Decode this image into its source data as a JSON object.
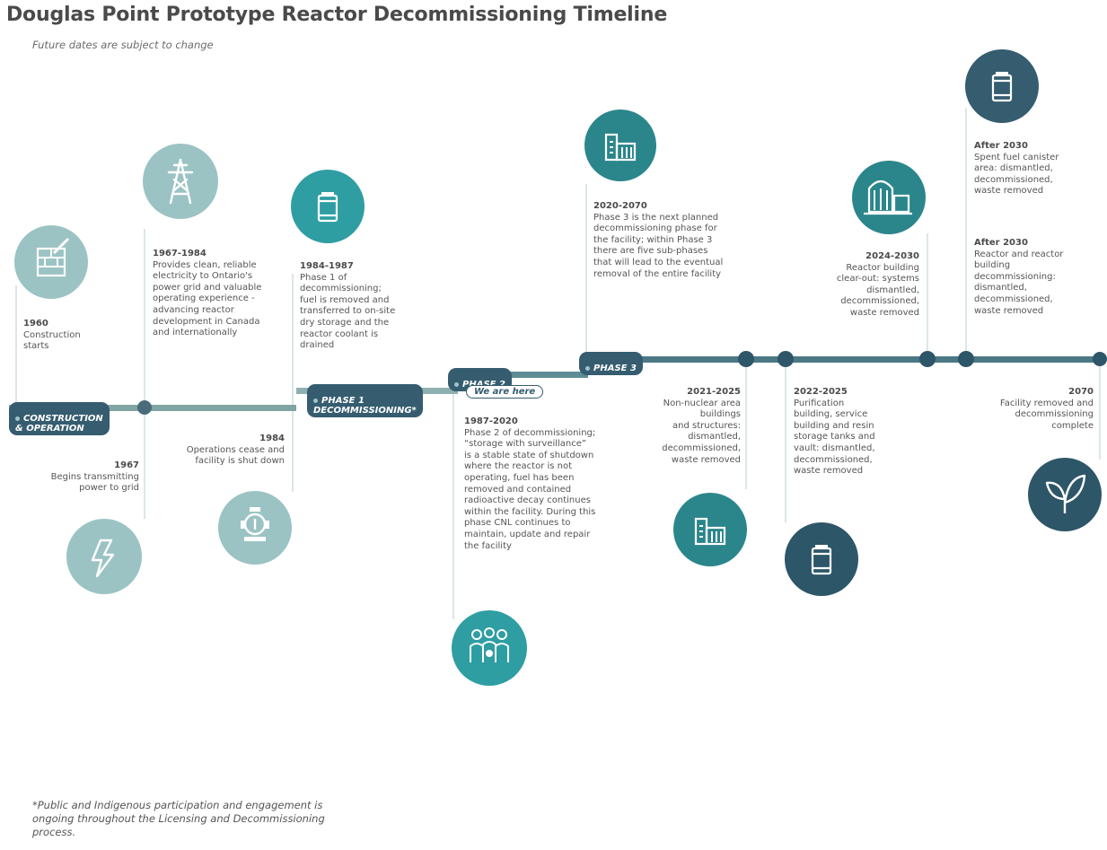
{
  "title": "Douglas Point Prototype Reactor Decommissioning Timeline",
  "subtitle": "Future dates are subject to change",
  "footnote": "*Public and Indigenous participation and engagement is ongoing throughout the Licensing and Decommissioning process.",
  "phases": {
    "construction": "CONSTRUCTION\n& OPERATION",
    "phase1": "PHASE 1\nDECOMMISSIONING*",
    "phase2": "PHASE 2",
    "phase3": "PHASE 3",
    "we_are_here": "We are here"
  },
  "events": [
    {
      "date": "1960",
      "desc": "Construction\nstarts",
      "icon": "construction-icon"
    },
    {
      "date": "1967",
      "desc": "Begins transmitting\npower to grid",
      "icon": "lightning-icon"
    },
    {
      "date": "1967-1984",
      "desc": "Provides clean, reliable\nelectricity to Ontario's\npower grid and valuable\noperating experience -\nadvancing reactor\ndevelopment in Canada\nand internationally",
      "icon": "transmission-tower-icon"
    },
    {
      "date": "1984",
      "desc": "Operations cease and\nfacility is shut down",
      "icon": "valve-icon"
    },
    {
      "date": "1984-1987",
      "desc": "Phase 1 of\ndecommissioning;\nfuel is removed and\ntransferred to on-site\ndry storage and the\nreactor coolant is\ndrained",
      "icon": "fuel-canister-icon"
    },
    {
      "date": "1987-2020",
      "desc": "Phase 2 of decommissioning;\n“storage with surveillance”\nis a stable state of shutdown\nwhere the reactor is not\noperating, fuel has been\nremoved and contained\nradioactive decay continues\nwithin the facility. During this\nphase CNL continues to\nmaintain, update and repair\nthe facility",
      "icon": "people-icon"
    },
    {
      "date": "2020-2070",
      "desc": "Phase 3 is the next planned\ndecommissioning phase for\nthe facility; within Phase 3\nthere are five sub-phases\nthat will lead to the eventual\nremoval of the entire facility",
      "icon": "building-icon"
    },
    {
      "date": "2021-2025",
      "desc": "Non-nuclear area\nbuildings\nand structures:\ndismantled,\ndecommissioned,\nwaste removed",
      "icon": "building-icon"
    },
    {
      "date": "2022-2025",
      "desc": "Purification\nbuilding, service\nbuilding and resin\nstorage tanks and\nvault: dismantled,\ndecommissioned,\nwaste removed",
      "icon": "fuel-canister-icon"
    },
    {
      "date": "2024-2030",
      "desc": "Reactor building\nclear-out: systems\ndismantled,\ndecommissioned,\nwaste removed",
      "icon": "reactor-building-icon"
    },
    {
      "date": "After 2030",
      "desc": "Spent fuel canister\narea: dismantled,\ndecommissioned,\nwaste removed",
      "icon": "fuel-canister-icon"
    },
    {
      "date": "After 2030",
      "desc": "Reactor and reactor\nbuilding\ndecommissioning:\ndismantled,\ndecommissioned,\nwaste removed"
    },
    {
      "date": "2070",
      "desc": "Facility removed and\ndecommissioning\ncomplete",
      "icon": "leaf-icon"
    }
  ],
  "colors": {
    "teal": "#2e9ea3",
    "light_teal": "#9cc3c3",
    "mid_teal": "#2b868c",
    "dark_blue": "#355c6f",
    "navy": "#2d5668",
    "sage_line": "#7fa4a3",
    "grey_line": "#c5d6d8"
  }
}
